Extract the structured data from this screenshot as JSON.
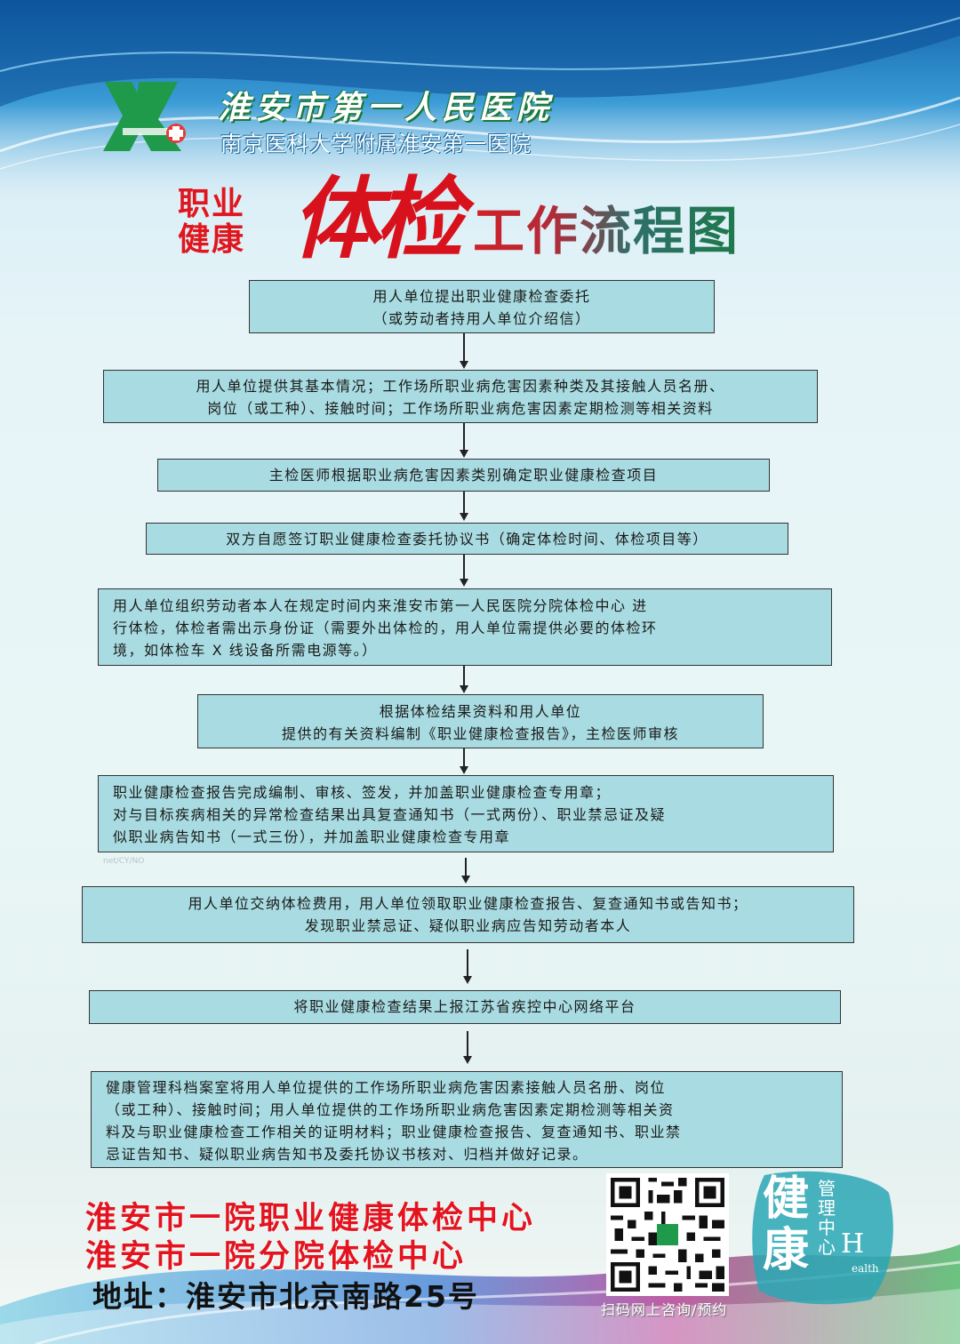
{
  "header": {
    "hospital_name": "淮安市第一人民医院",
    "hospital_subtitle": "南京医科大学附属淮安第一医院"
  },
  "title": {
    "small_line1": "职业",
    "small_line2": "健康",
    "big": "体检",
    "rest": "工作流程图"
  },
  "steps": [
    {
      "lines": [
        "用人单位提出职业健康检查委托",
        "（或劳动者持用人单位介绍信）"
      ]
    },
    {
      "lines": [
        "用人单位提供其基本情况；工作场所职业病危害因素种类及其接触人员名册、",
        "岗位（或工种）、接触时间；工作场所职业病危害因素定期检测等相关资料"
      ]
    },
    {
      "lines": [
        "主检医师根据职业病危害因素类别确定职业健康检查项目"
      ]
    },
    {
      "lines": [
        "双方自愿签订职业健康检查委托协议书（确定体检时间、体检项目等）"
      ]
    },
    {
      "lines": [
        "用人单位组织劳动者本人在规定时间内来淮安市第一人民医院分院体检中心 进",
        "行体检，体检者需出示身份证（需要外出体检的，用人单位需提供必要的体检环",
        "境，如体检车 X 线设备所需电源等。）"
      ]
    },
    {
      "lines": [
        "根据体检结果资料和用人单位",
        "提供的有关资料编制《职业健康检查报告》，主检医师审核"
      ]
    },
    {
      "lines": [
        "职业健康检查报告完成编制、审核、签发，并加盖职业健康检查专用章；",
        "对与目标疾病相关的异常检查结果出具复查通知书（一式两份）、职业禁忌证及疑",
        "似职业病告知书（一式三份），并加盖职业健康检查专用章"
      ]
    },
    {
      "lines": [
        "用人单位交纳体检费用，用人单位领取职业健康检查报告、复查通知书或告知书；",
        "发现职业禁忌证、疑似职业病应告知劳动者本人"
      ]
    },
    {
      "lines": [
        "将职业健康检查结果上报江苏省疾控中心网络平台"
      ]
    },
    {
      "lines": [
        "健康管理科档案室将用人单位提供的工作场所职业病危害因素接触人员名册、岗位",
        "（或工种）、接触时间；用人单位提供的工作场所职业病危害因素定期检测等相关资",
        "料及与职业健康检查工作相关的证明材料；职业健康检查报告、复查通知书、职业禁",
        "忌证告知书、疑似职业病告知书及委托协议书核对、归档并做好记录。"
      ]
    }
  ],
  "footer": {
    "center1": "淮安市一院职业健康体检中心",
    "center2": "淮安市一院分院体检中心",
    "address": "地址：淮安市北京南路25号",
    "qr_label": "扫码网上咨询/预约",
    "health_big": "健康",
    "health_small": "管理中心",
    "health_letter": "H",
    "health_en": "ealth"
  },
  "watermark": "net/CY/NO",
  "colors": {
    "title_red": "#d8121c",
    "box_fill": "#a9dce2",
    "logo_green": "#1e9a4a",
    "footer_red": "#e3141f"
  }
}
